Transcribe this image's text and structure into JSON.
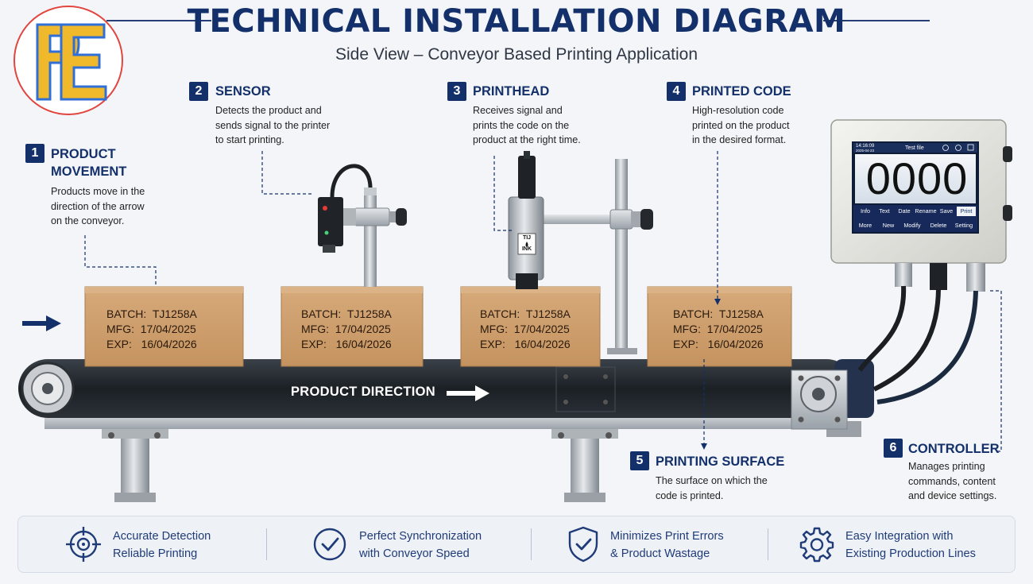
{
  "header": {
    "title": "TECHNICAL INSTALLATION DIAGRAM",
    "subtitle": "Side View – Conveyor Based Printing Application"
  },
  "logo": {
    "text": "PE",
    "colors": {
      "ring": "#e2453f",
      "letters": "#f0b92c",
      "outline": "#2f6fd6"
    }
  },
  "callouts": [
    {
      "number": "1",
      "title": "PRODUCT\nMOVEMENT",
      "description": "Products move in the\ndirection of the arrow\non the conveyor."
    },
    {
      "number": "2",
      "title": "SENSOR",
      "description": "Detects the product and\nsends signal to the printer\nto start printing."
    },
    {
      "number": "3",
      "title": "PRINTHEAD",
      "description": "Receives signal and\nprints the code on the\nproduct at the right time."
    },
    {
      "number": "4",
      "title": "PRINTED CODE",
      "description": "High-resolution code\nprinted on the product\nin the desired format."
    },
    {
      "number": "5",
      "title": "PRINTING SURFACE",
      "description": "The surface on which the\ncode is printed."
    },
    {
      "number": "6",
      "title": "CONTROLLER",
      "description": "Manages printing\ncommands, content\nand device settings."
    }
  ],
  "boxes": [
    {
      "text": "BATCH:  TJ1258A\nMFG:  17/04/2025\nEXP:   16/04/2026"
    },
    {
      "text": "BATCH:  TJ1258A\nMFG:  17/04/2025\nEXP:   16/04/2026"
    },
    {
      "text": "BATCH:  TJ1258A\nMFG:  17/04/2025\nEXP:   16/04/2026"
    },
    {
      "text": "BATCH:  TJ1258A\nMFG:  17/04/2025\nEXP:   16/04/2026"
    }
  ],
  "conveyor": {
    "label": "PRODUCT DIRECTION"
  },
  "printhead": {
    "label_line1": "TIJ",
    "label_line2": "INK"
  },
  "controller": {
    "time": "14:16:09",
    "date": "2025-04-23",
    "file": "Test file",
    "counter": "0000",
    "buttons_row1": [
      "Info",
      "Text",
      "Date",
      "Rename",
      "Save",
      "Print"
    ],
    "buttons_row2": [
      "More",
      "New",
      "Modify",
      "Delete",
      "Setting"
    ]
  },
  "features": [
    {
      "icon": "crosshair-icon",
      "text": "Accurate Detection\nReliable Printing"
    },
    {
      "icon": "check-circle-icon",
      "text": "Perfect Synchronization\nwith Conveyor Speed"
    },
    {
      "icon": "shield-check-icon",
      "text": "Minimizes Print Errors\n& Product Wastage"
    },
    {
      "icon": "gear-icon",
      "text": "Easy Integration with\nExisting Production Lines"
    }
  ],
  "colors": {
    "navy": "#14306b",
    "cardboard": "#cfa173",
    "belt": "#1e2429",
    "steel": "#b9bec4",
    "accent_blue": "#1f3b78"
  }
}
